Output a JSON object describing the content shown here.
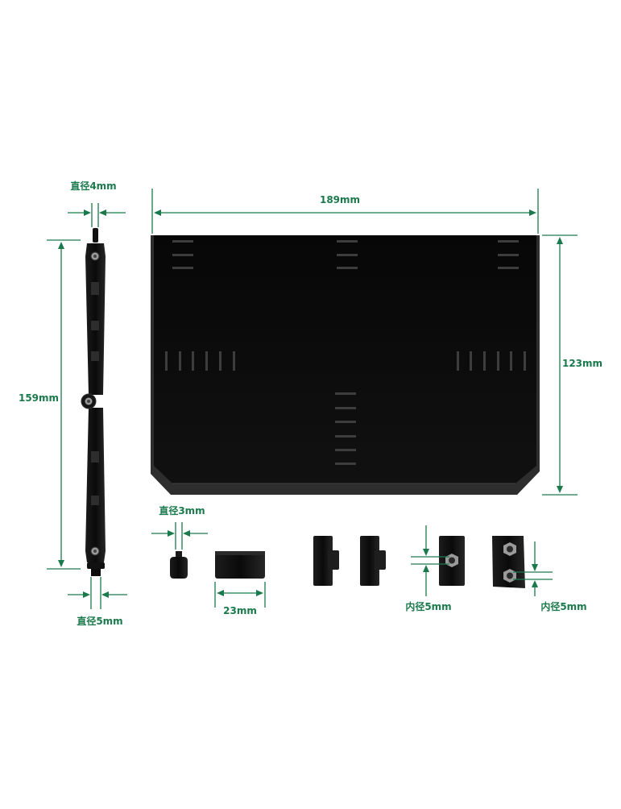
{
  "colors": {
    "dimension": "#1a7a4c",
    "part_dark": "#0b0b0b",
    "part_edge": "#3a3a3a",
    "slot": "#3c3c3c",
    "background": "#ffffff"
  },
  "labels": {
    "pole_top_diameter": "直径4mm",
    "pole_height": "159mm",
    "pole_bottom_diameter": "直径5mm",
    "base_width": "189mm",
    "base_height": "123mm",
    "peg_diameter": "直径3mm",
    "block_width": "23mm",
    "nut_single_inner": "内径5mm",
    "nut_double_inner": "内径5mm"
  }
}
